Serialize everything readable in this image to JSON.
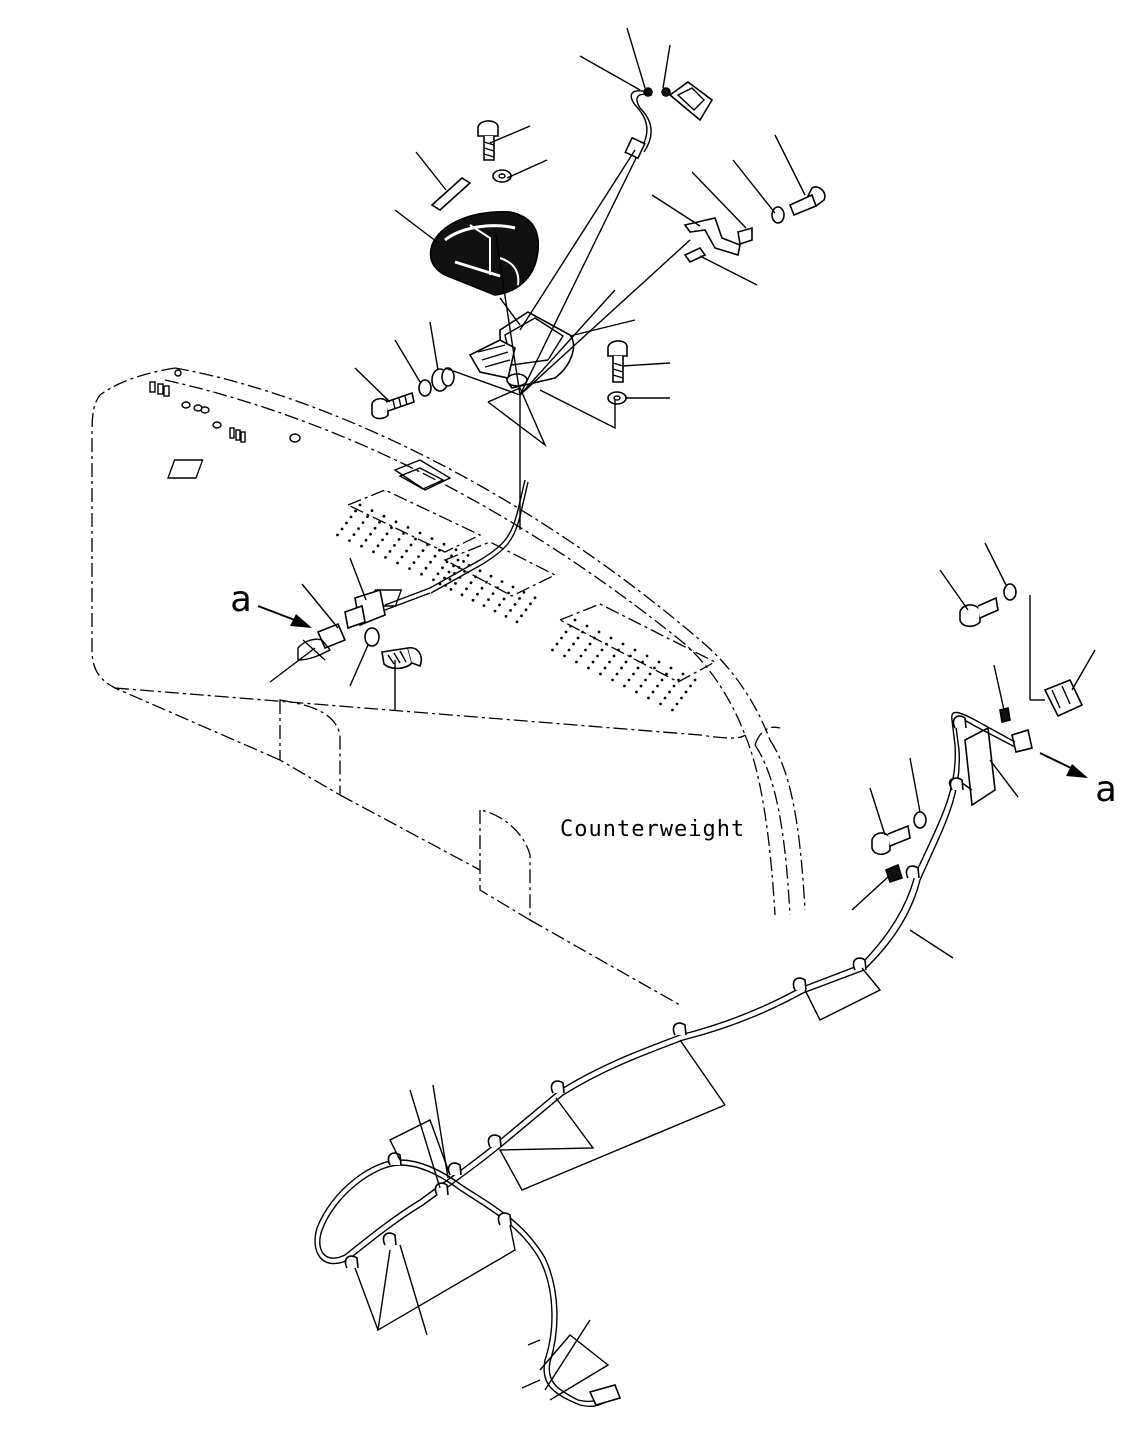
{
  "labels": {
    "counterweight": "Counterweight",
    "view_marker_left": "a",
    "view_marker_right": "a"
  }
}
